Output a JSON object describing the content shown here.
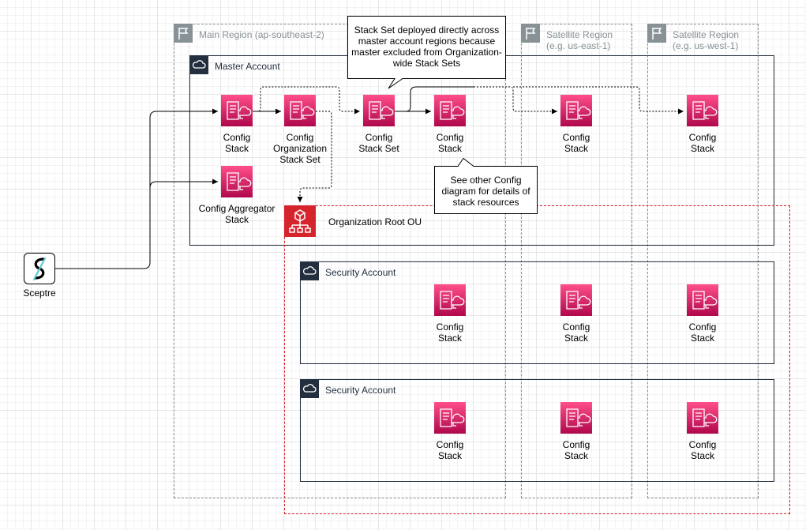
{
  "regions": {
    "main": "Main Region (ap-southeast-2)",
    "satellite1": "Satellite Region\n(e.g. us-east-1)",
    "satellite2": "Satellite Region\n(e.g. us-west-1)"
  },
  "accounts": {
    "master": "Master Account",
    "security1": "Security Account",
    "security2": "Security Account"
  },
  "ou": {
    "label": "Organization Root OU"
  },
  "stacks": {
    "config_stack": "Config\nStack",
    "config_org_stack_set": "Config\nOrganization\nStack Set",
    "config_stack_set": "Config\nStack Set",
    "config_aggregator_stack": "Config Aggregator\nStack"
  },
  "sceptre": {
    "label": "Sceptre"
  },
  "callouts": {
    "top": "Stack Set deployed directly across master account regions because master excluded from Organization-wide Stack Sets",
    "bottom": "See other Config diagram for details of stack resources"
  },
  "colors": {
    "region_border": "#879196",
    "account_border": "#232f3e",
    "ou_border": "#d6242d",
    "cloudformation": "#e7157b",
    "ou_icon": "#d6242d"
  }
}
